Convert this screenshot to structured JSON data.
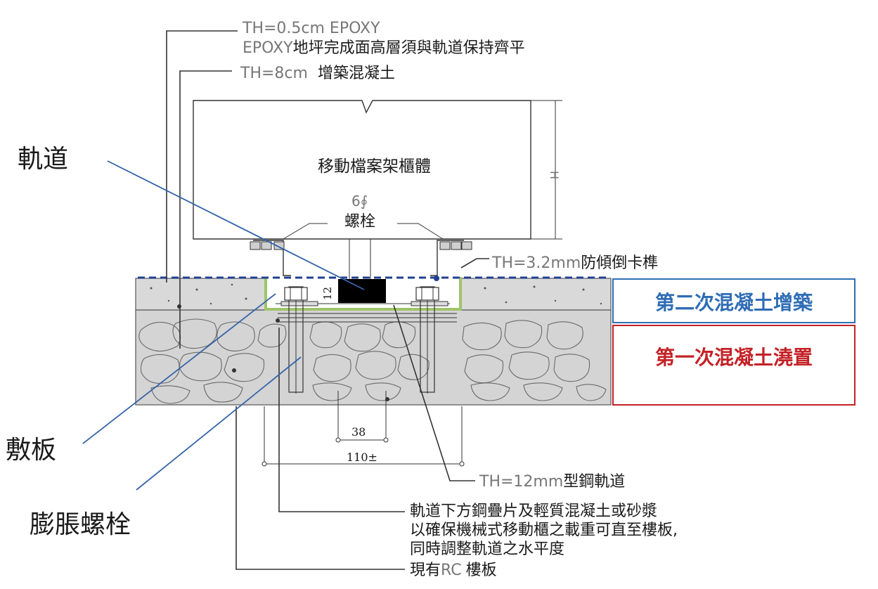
{
  "labels": {
    "epoxy_line1": "TH=0.5cm EPOXY",
    "epoxy_line2_prefix": "EPOXY",
    "epoxy_line2_text": "地坪完成面高層須與軌道保持齊平",
    "concrete_th": "TH=8cm",
    "concrete_text": "增築混凝土",
    "cabinet_body": "移動檔案架櫃體",
    "height_mark": "H",
    "bolt_size": "6∮",
    "bolt_text": "螺栓",
    "anti_tilt_th": "TH=3.2mm",
    "anti_tilt_text": "防傾倒卡榫",
    "rail_dim": "12",
    "dim_38": "38",
    "dim_110": "110±",
    "rail_th": "TH=12mm",
    "rail_text": "型鋼軌道",
    "shim_line1": "軌道下方鋼疊片及輕質混凝土或砂漿",
    "shim_line2": "以確保機械式移動櫃之載重可直至樓板,",
    "shim_line3": "同時調整軌道之水平度",
    "slab_prefix": "現有",
    "slab_rc": "RC",
    "slab_text": "樓板"
  },
  "callouts": {
    "track": "軌道",
    "base_plate": "敷板",
    "expansion_bolt": "膨脹螺栓"
  },
  "legend": {
    "second_pour": "第二次混凝土增築",
    "first_pour": "第一次混凝土澆置"
  },
  "colors": {
    "blue": "#2f6db5",
    "red": "#c42126",
    "navy_dash": "#1f3f8f",
    "green_plate": "#9ec46a",
    "concrete": "#d4d4d4",
    "callout_line": "#3563a8"
  }
}
